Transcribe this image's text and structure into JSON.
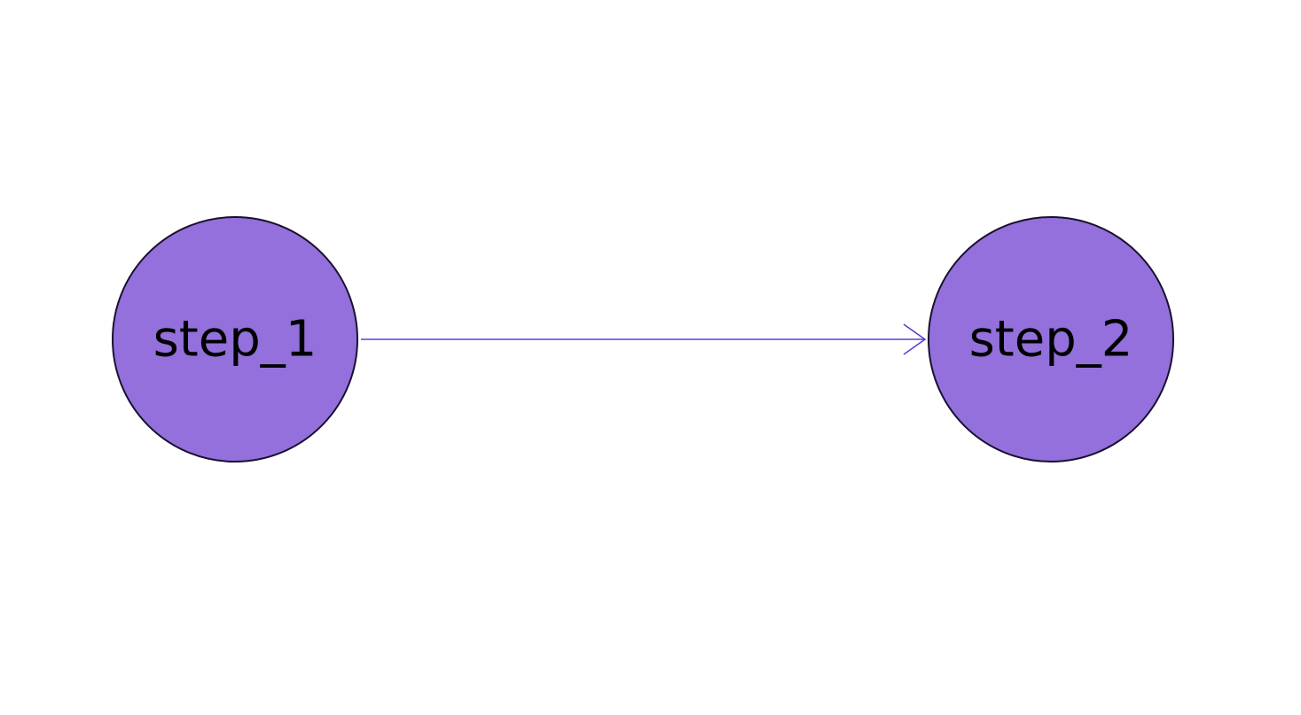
{
  "colors": {
    "node_fill": "#9370db",
    "node_stroke": "#1a1030",
    "edge": "#5b3fd6",
    "label": "#000000"
  },
  "nodes": [
    {
      "id": "step_1",
      "label": "step_1"
    },
    {
      "id": "step_2",
      "label": "step_2"
    }
  ],
  "edges": [
    {
      "from": "step_1",
      "to": "step_2",
      "directed": true
    }
  ]
}
